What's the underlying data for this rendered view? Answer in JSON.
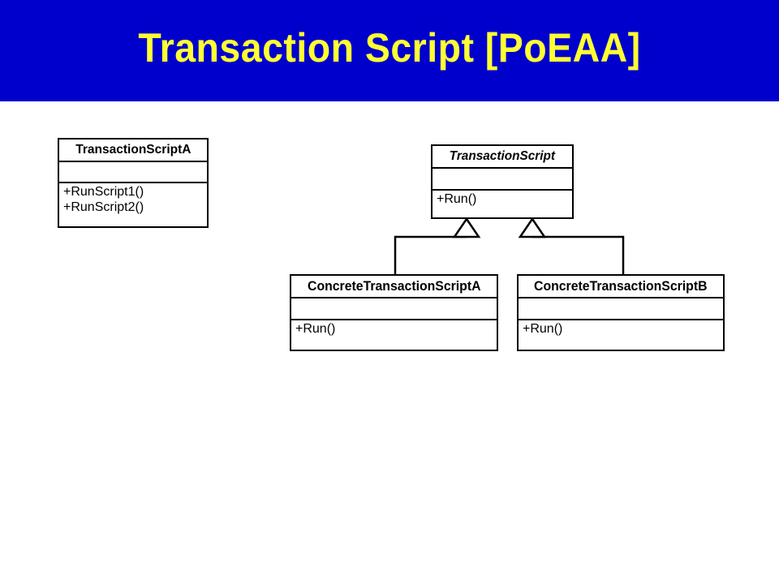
{
  "slide": {
    "title": "Transaction Script [PoEAA]",
    "banner_color": "#0000CC",
    "title_color": "#FFFF33",
    "background_color": "#FFFFFF"
  },
  "diagram": {
    "type": "uml-class-diagram",
    "line_color": "#000000",
    "fill_color": "#FFFFFF",
    "classes": [
      {
        "id": "transaction-script-a",
        "name": "TransactionScriptA",
        "abstract": false,
        "attributes": [],
        "operations": [
          "+RunScript1()",
          "+RunScript2()"
        ]
      },
      {
        "id": "transaction-script",
        "name": "TransactionScript",
        "abstract": true,
        "attributes": [],
        "operations": [
          "+Run()"
        ]
      },
      {
        "id": "concrete-transaction-script-a",
        "name": "ConcreteTransactionScriptA",
        "abstract": false,
        "attributes": [],
        "operations": [
          "+Run()"
        ]
      },
      {
        "id": "concrete-transaction-script-b",
        "name": "ConcreteTransactionScriptB",
        "abstract": false,
        "attributes": [],
        "operations": [
          "+Run()"
        ]
      }
    ],
    "relationships": [
      {
        "kind": "generalization",
        "from": "concrete-transaction-script-a",
        "to": "transaction-script"
      },
      {
        "kind": "generalization",
        "from": "concrete-transaction-script-b",
        "to": "transaction-script"
      }
    ]
  }
}
